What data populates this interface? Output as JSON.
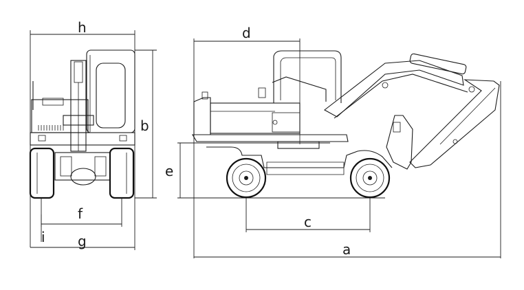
{
  "drawing": {
    "view_front": "front-view",
    "view_side": "side-view"
  },
  "dimensions": {
    "a": "a",
    "b": "b",
    "c": "c",
    "d": "d",
    "e": "e",
    "f": "f",
    "g": "g",
    "h": "h",
    "i": "i"
  },
  "colors": {
    "line": "#1a1a1a",
    "background": "#ffffff"
  }
}
